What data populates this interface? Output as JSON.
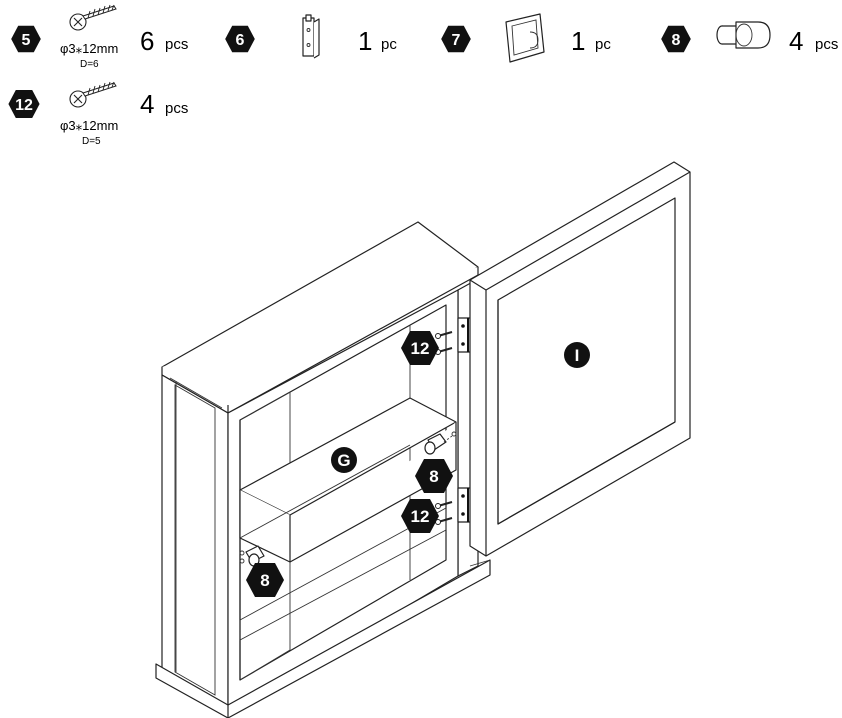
{
  "parts": [
    {
      "badge": "5",
      "spec": "φ3⁎12mm",
      "spec_sub": "D=6",
      "quantity": "6",
      "unit": "pcs",
      "icon": "screw-icon"
    },
    {
      "badge": "6",
      "quantity": "1",
      "unit": "pc",
      "icon": "magnetic-catch-icon"
    },
    {
      "badge": "7",
      "quantity": "1",
      "unit": "pc",
      "icon": "catch-plate-icon"
    },
    {
      "badge": "8",
      "quantity": "4",
      "unit": "pcs",
      "icon": "shelf-support-pin-icon"
    },
    {
      "badge": "12",
      "spec": "φ3⁎12mm",
      "spec_sub": "D=5",
      "quantity": "4",
      "unit": "pcs",
      "icon": "screw-icon"
    }
  ],
  "assembly": {
    "callouts": [
      "12",
      "12",
      "8",
      "8"
    ],
    "panel_labels": [
      "G",
      "I"
    ]
  }
}
